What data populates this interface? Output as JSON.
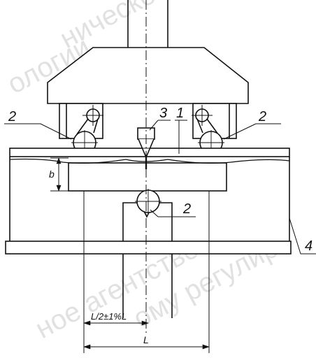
{
  "labels": {
    "part1": "1",
    "part2_left": "2",
    "part2_right": "2",
    "part2_bottom": "2",
    "part3": "3",
    "part4": "4",
    "dim_b": "b",
    "dim_half": "L/2±1%L",
    "dim_L": "L"
  },
  "watermark": {
    "line1": "нической",
    "line2": "ологии",
    "line3": "ное агентство",
    "line4": "ому регулир"
  },
  "colors": {
    "line": "#111111",
    "watermark": "#c9c9c9"
  }
}
